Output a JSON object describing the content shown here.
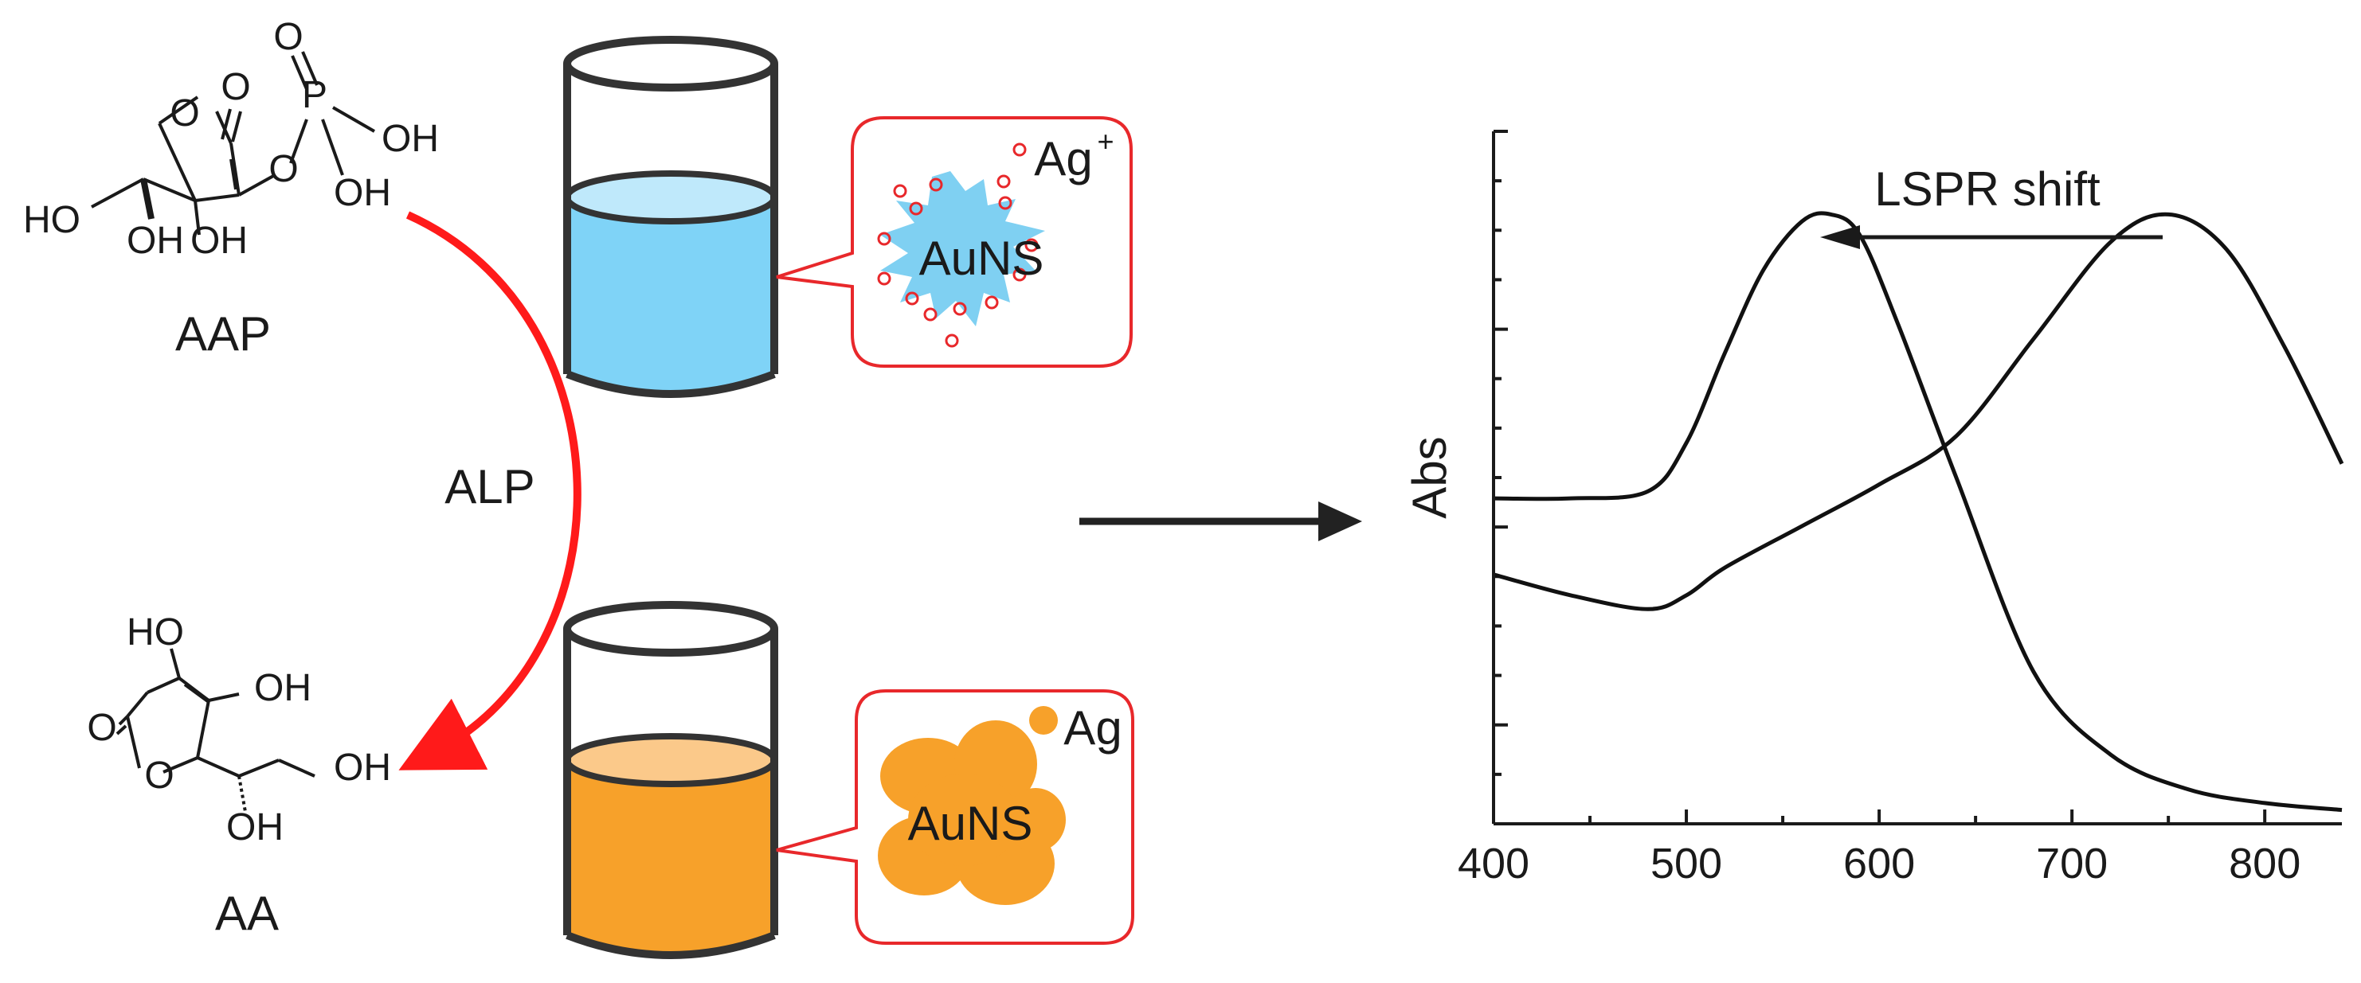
{
  "molecules": {
    "aap": {
      "name": "AAP",
      "atoms": {
        "o_ring": "O",
        "o_carbonyl": "O",
        "o_double_p": "O",
        "p": "P",
        "oh_p1": "OH",
        "oh_p2": "OH",
        "o_link": "O",
        "ho_chain": "HO",
        "oh_chain": "OH",
        "oh_ring": "OH"
      }
    },
    "aa": {
      "name": "AA",
      "atoms": {
        "ho_top": "HO",
        "oh_right": "OH",
        "o_carbonyl": "O",
        "o_ring": "O",
        "oh_chain": "OH",
        "oh_bottom": "OH"
      }
    }
  },
  "enzyme_label": "ALP",
  "beakers": {
    "top": {
      "liquid_color": "#7fd3f7",
      "liquid_top_color": "#bfe9fb"
    },
    "bottom": {
      "liquid_color": "#f7a12a",
      "liquid_top_color": "#fbc98a"
    }
  },
  "callouts": {
    "top": {
      "particle_label": "AuNS",
      "ion_label": "Ag",
      "ion_charge": "+",
      "particle_color": "#7fd0f2",
      "ion_color": "#e8282b"
    },
    "bottom": {
      "particle_label": "AuNS",
      "ion_label": "Ag",
      "particle_color": "#f7a12a"
    }
  },
  "chart_data": {
    "type": "line",
    "ylabel": "Abs",
    "xlabel": "",
    "xlim": [
      400,
      840
    ],
    "ylim": [
      0,
      1
    ],
    "xticks": [
      "400",
      "500",
      "600",
      "700",
      "800"
    ],
    "annotation": "LSPR  shift",
    "series": [
      {
        "x": [
          400,
          440,
          480,
          500,
          520,
          540,
          560,
          575,
          590,
          610,
          640,
          680,
          720,
          760,
          800,
          840
        ],
        "y": [
          0.47,
          0.47,
          0.48,
          0.55,
          0.68,
          0.8,
          0.87,
          0.88,
          0.85,
          0.72,
          0.5,
          0.22,
          0.1,
          0.05,
          0.03,
          0.02
        ]
      },
      {
        "x": [
          400,
          440,
          480,
          500,
          520,
          560,
          600,
          640,
          680,
          720,
          750,
          780,
          810,
          840
        ],
        "y": [
          0.36,
          0.33,
          0.31,
          0.33,
          0.37,
          0.43,
          0.49,
          0.56,
          0.7,
          0.84,
          0.88,
          0.83,
          0.69,
          0.52
        ]
      }
    ]
  }
}
